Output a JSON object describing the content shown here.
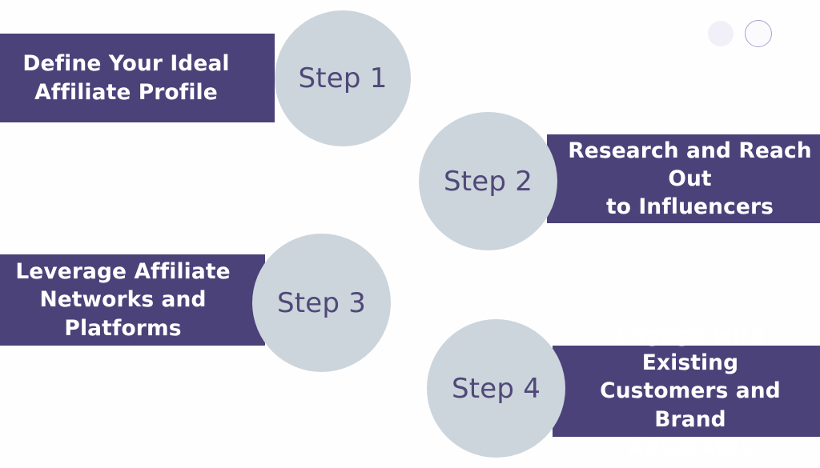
{
  "theme": {
    "background": "#fefeff",
    "bar_color": "#4a4279",
    "bar_text_color": "#ffffff",
    "circle_color": "#ccd5db",
    "circle_text_color": "#4f4878",
    "deco_filled_color": "#f1f0f9",
    "deco_outline_color": "#a8a2cc"
  },
  "steps": [
    {
      "badge": "Step 1",
      "title": "Define Your Ideal\nAffiliate Profile",
      "side": "left"
    },
    {
      "badge": "Step 2",
      "title": "Research and Reach Out\nto Influencers",
      "side": "right"
    },
    {
      "badge": "Step 3",
      "title": "Leverage Affiliate\nNetworks and\nPlatforms",
      "side": "left"
    },
    {
      "badge": "Step 4",
      "title": "Engage with Existing\nCustomers and Brand\nAdvocates",
      "side": "right"
    }
  ],
  "decorations": [
    {
      "name": "filled-dot",
      "shape": "circle-filled"
    },
    {
      "name": "outline-dot",
      "shape": "circle-outline"
    }
  ]
}
